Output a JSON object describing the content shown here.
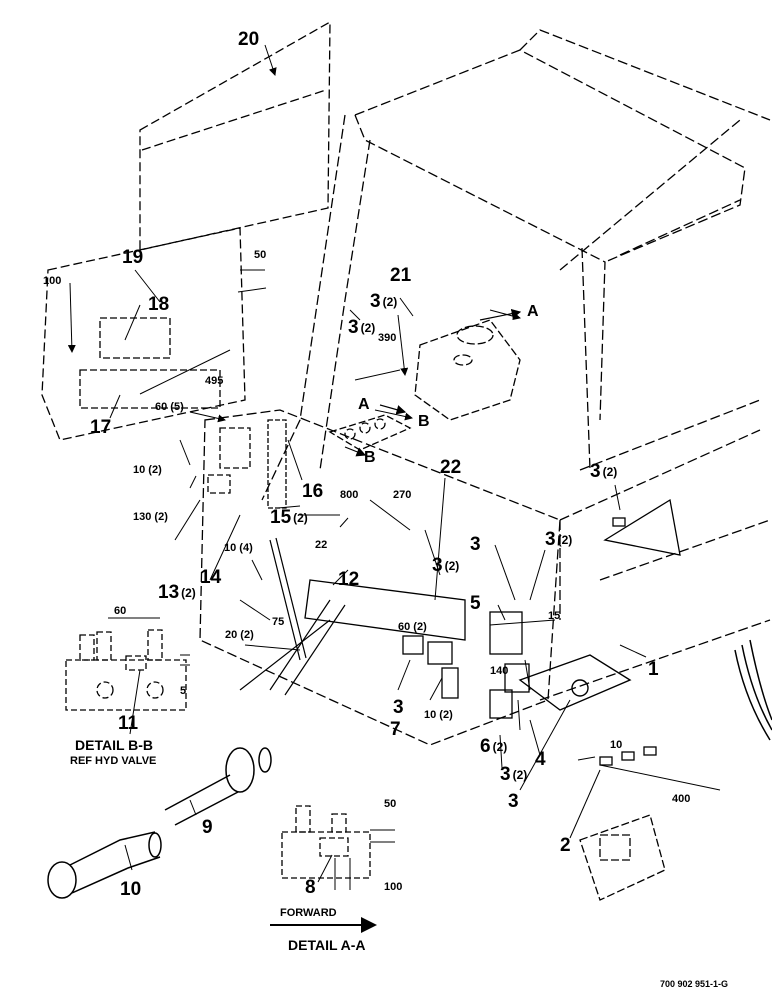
{
  "callouts": [
    {
      "num": "20",
      "qty": ""
    },
    {
      "num": "19",
      "qty": ""
    },
    {
      "num": "18",
      "qty": ""
    },
    {
      "num": "17",
      "qty": ""
    },
    {
      "num": "21",
      "qty": ""
    },
    {
      "num": "3",
      "qty": "(2)"
    },
    {
      "num": "3",
      "qty": "(2)"
    },
    {
      "num": "22",
      "qty": ""
    },
    {
      "num": "16",
      "qty": ""
    },
    {
      "num": "15",
      "qty": "(2)"
    },
    {
      "num": "13",
      "qty": "(2)"
    },
    {
      "num": "14",
      "qty": ""
    },
    {
      "num": "12",
      "qty": ""
    },
    {
      "num": "3",
      "qty": "(2)"
    },
    {
      "num": "3",
      "qty": "(2)"
    },
    {
      "num": "3",
      "qty": ""
    },
    {
      "num": "3",
      "qty": "(2)"
    },
    {
      "num": "5",
      "qty": ""
    },
    {
      "num": "1",
      "qty": ""
    },
    {
      "num": "3",
      "qty": ""
    },
    {
      "num": "7",
      "qty": ""
    },
    {
      "num": "6",
      "qty": "(2)"
    },
    {
      "num": "3",
      "qty": "(2)"
    },
    {
      "num": "4",
      "qty": ""
    },
    {
      "num": "3",
      "qty": ""
    },
    {
      "num": "2",
      "qty": ""
    },
    {
      "num": "11",
      "qty": ""
    },
    {
      "num": "9",
      "qty": ""
    },
    {
      "num": "10",
      "qty": ""
    },
    {
      "num": "8",
      "qty": ""
    }
  ],
  "dimensions": [
    "100",
    "50",
    "495",
    "60 (5)",
    "10 (2)",
    "130 (2)",
    "390",
    "800",
    "270",
    "22",
    "10 (4)",
    "75",
    "20 (2)",
    "60",
    "5",
    "60 (2)",
    "15",
    "140",
    "10 (2)",
    "10",
    "400",
    "50",
    "100"
  ],
  "section_marks": [
    "A",
    "A",
    "B",
    "B"
  ],
  "details": {
    "bb_title": "DETAIL B-B",
    "bb_sub": "REF HYD VALVE",
    "aa_title": "DETAIL A-A",
    "forward": "FORWARD"
  },
  "drawing_number": "700 902 951-1-G"
}
